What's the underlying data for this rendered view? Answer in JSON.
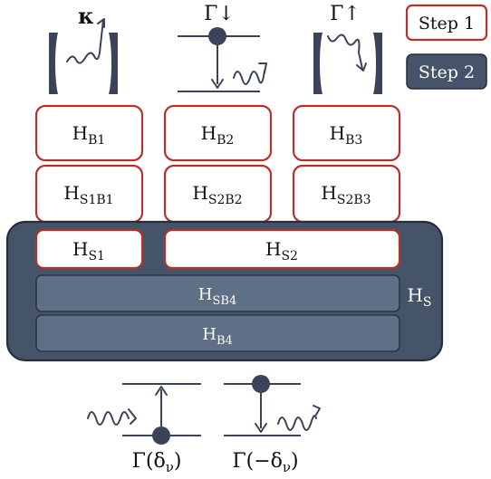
{
  "legend": {
    "step1": "Step 1",
    "step2": "Step 2",
    "step1_color": "#b8302a",
    "step2_color": "#465469"
  },
  "top_processes": [
    {
      "label": "κ",
      "icon": "cavity-decay-icon"
    },
    {
      "label": "Γ↓",
      "icon": "emission-icon"
    },
    {
      "label": "Γ↑",
      "icon": "cavity-pump-icon"
    }
  ],
  "columns": [
    {
      "bath": "H",
      "bath_sub": "B1",
      "coupling": "H",
      "coupling_sub": "S1B1",
      "system": "H",
      "system_sub": "S1"
    },
    {
      "bath": "H",
      "bath_sub": "B2",
      "coupling": "H",
      "coupling_sub": "S2B2",
      "system": "H",
      "system_sub": "S2"
    },
    {
      "bath": "H",
      "bath_sub": "B3",
      "coupling": "H",
      "coupling_sub": "S2B3"
    }
  ],
  "system_block": {
    "label": "H",
    "label_sub": "S",
    "row1": "H",
    "row1_sub": "SB4",
    "row2": "H",
    "row2_sub": "B4"
  },
  "bottom_processes": [
    {
      "label": "Γ(δ",
      "sub": "ν",
      "close": ")",
      "icon": "absorption-icon"
    },
    {
      "label": "Γ(−δ",
      "sub": "ν",
      "close": ")",
      "icon": "emission-down-icon"
    }
  ]
}
